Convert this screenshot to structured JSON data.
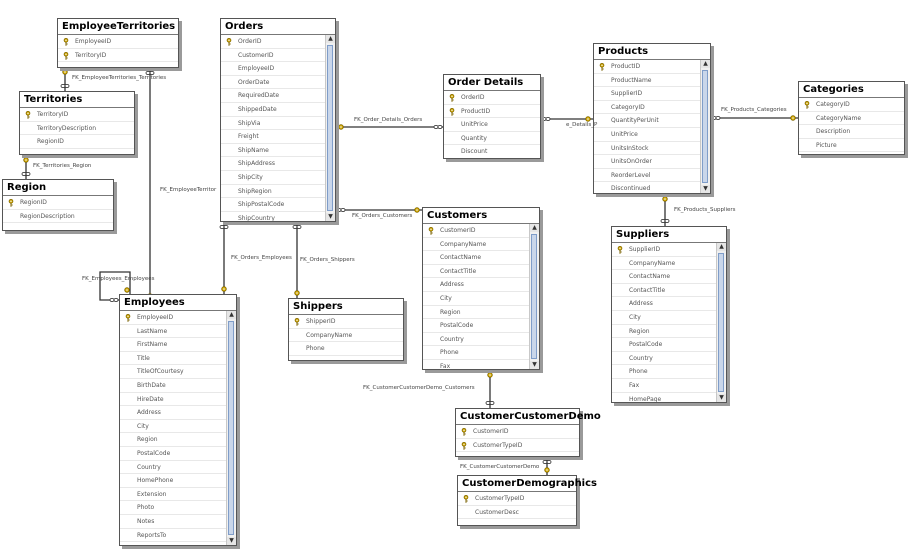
{
  "tables": [
    {
      "id": "employeeterritories",
      "title": "EmployeeTerritories",
      "pk": [
        0,
        1
      ],
      "scroll": false,
      "fields": [
        "EmployeeID",
        "TerritoryID"
      ]
    },
    {
      "id": "territories",
      "title": "Territories",
      "pk": [
        0
      ],
      "scroll": false,
      "fields": [
        "TerritoryID",
        "TerritoryDescription",
        "RegionID"
      ]
    },
    {
      "id": "region",
      "title": "Region",
      "pk": [
        0
      ],
      "scroll": false,
      "fields": [
        "RegionID",
        "RegionDescription"
      ]
    },
    {
      "id": "orders",
      "title": "Orders",
      "pk": [
        0
      ],
      "scroll": true,
      "fields": [
        "OrderID",
        "CustomerID",
        "EmployeeID",
        "OrderDate",
        "RequiredDate",
        "ShippedDate",
        "ShipVia",
        "Freight",
        "ShipName",
        "ShipAddress",
        "ShipCity",
        "ShipRegion",
        "ShipPostalCode",
        "ShipCountry"
      ]
    },
    {
      "id": "orderdetails",
      "title": "Order Details",
      "pk": [
        0,
        1
      ],
      "scroll": false,
      "fields": [
        "OrderID",
        "ProductID",
        "UnitPrice",
        "Quantity",
        "Discount"
      ]
    },
    {
      "id": "products",
      "title": "Products",
      "pk": [
        0
      ],
      "scroll": true,
      "fields": [
        "ProductID",
        "ProductName",
        "SupplierID",
        "CategoryID",
        "QuantityPerUnit",
        "UnitPrice",
        "UnitsInStock",
        "UnitsOnOrder",
        "ReorderLevel",
        "Discontinued"
      ]
    },
    {
      "id": "categories",
      "title": "Categories",
      "pk": [
        0
      ],
      "scroll": false,
      "fields": [
        "CategoryID",
        "CategoryName",
        "Description",
        "Picture"
      ]
    },
    {
      "id": "customers",
      "title": "Customers",
      "pk": [
        0
      ],
      "scroll": true,
      "fields": [
        "CustomerID",
        "CompanyName",
        "ContactName",
        "ContactTitle",
        "Address",
        "City",
        "Region",
        "PostalCode",
        "Country",
        "Phone",
        "Fax"
      ]
    },
    {
      "id": "suppliers",
      "title": "Suppliers",
      "pk": [
        0
      ],
      "scroll": true,
      "fields": [
        "SupplierID",
        "CompanyName",
        "ContactName",
        "ContactTitle",
        "Address",
        "City",
        "Region",
        "PostalCode",
        "Country",
        "Phone",
        "Fax",
        "HomePage"
      ]
    },
    {
      "id": "employees",
      "title": "Employees",
      "pk": [
        0
      ],
      "scroll": true,
      "fields": [
        "EmployeeID",
        "LastName",
        "FirstName",
        "Title",
        "TitleOfCourtesy",
        "BirthDate",
        "HireDate",
        "Address",
        "City",
        "Region",
        "PostalCode",
        "Country",
        "HomePhone",
        "Extension",
        "Photo",
        "Notes",
        "ReportsTo"
      ]
    },
    {
      "id": "shippers",
      "title": "Shippers",
      "pk": [
        0
      ],
      "scroll": false,
      "fields": [
        "ShipperID",
        "CompanyName",
        "Phone"
      ]
    },
    {
      "id": "customercustomerdemo",
      "title": "CustomerCustomerDemo",
      "pk": [
        0,
        1
      ],
      "scroll": false,
      "fields": [
        "CustomerID",
        "CustomerTypeID"
      ]
    },
    {
      "id": "customerdemographics",
      "title": "CustomerDemographics",
      "pk": [
        0
      ],
      "scroll": false,
      "fields": [
        "CustomerTypeID",
        "CustomerDesc"
      ]
    }
  ],
  "relationships": [
    {
      "id": "fk-employeeterritories-territories",
      "label": "FK_EmployeeTerritories_Territories"
    },
    {
      "id": "fk-territories-region",
      "label": "FK_Territories_Region"
    },
    {
      "id": "fk-employeeterritories-employees",
      "label": "FK_EmployeeTerritor"
    },
    {
      "id": "fk-employees-employees",
      "label": "FK_Employees_Employees"
    },
    {
      "id": "fk-orders-employees",
      "label": "FK_Orders_Employees"
    },
    {
      "id": "fk-orders-shippers",
      "label": "FK_Orders_Shippers"
    },
    {
      "id": "fk-order-details-orders",
      "label": "FK_Order_Details_Orders"
    },
    {
      "id": "fk-order-details-products",
      "label": "e_Details_P"
    },
    {
      "id": "fk-products-categories",
      "label": "FK_Products_Categories"
    },
    {
      "id": "fk-orders-customers",
      "label": "FK_Orders_Customers"
    },
    {
      "id": "fk-products-suppliers",
      "label": "FK_Products_Suppliers"
    },
    {
      "id": "fk-customercustomerdemo-customers",
      "label": "FK_CustomerCustomerDemo_Customers"
    },
    {
      "id": "fk-customercustomerdemo",
      "label": "FK_CustomerCustomerDemo"
    }
  ],
  "colors": {
    "border": "#555555",
    "shadow": "#9a9a9a",
    "line": "#333333",
    "key": "#c8a000",
    "text": "#555555",
    "scrollbar": "#c9d6ea"
  },
  "icons": {
    "key": "primary-key-icon",
    "scroll_up": "scroll-up-arrow-icon",
    "scroll_down": "scroll-down-arrow-icon"
  }
}
